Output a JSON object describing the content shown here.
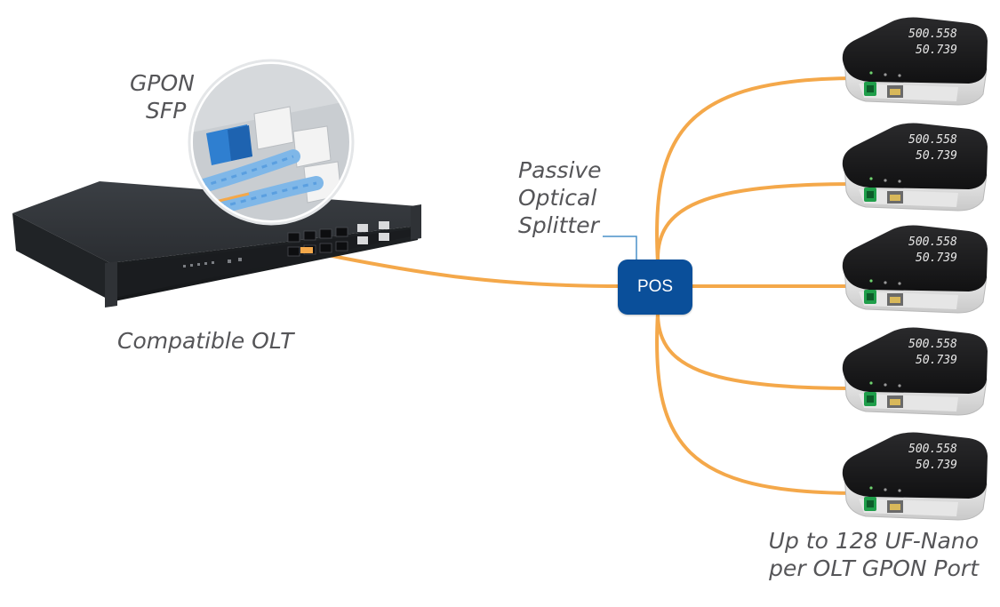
{
  "labels": {
    "gpon_sfp": [
      "GPON",
      "SFP"
    ],
    "splitter": [
      "Passive",
      "Optical",
      "Splitter"
    ],
    "olt": "Compatible OLT",
    "pos": "POS",
    "capacity": [
      "Up to 128 UF-Nano",
      "per OLT GPON Port"
    ]
  },
  "onu_display": {
    "line1": "500.558",
    "line2": "50.739"
  },
  "colors": {
    "fiber": "#f4a84a",
    "pos_box": "#0a4f9a",
    "label_text": "#555558",
    "leader": "#4a90c8",
    "olt_body": "#2b2e32",
    "onu_top": "#1c1c1e",
    "onu_base": "#dcdcdc"
  },
  "icons": [
    "olt-rack-unit",
    "sfp-magnifier",
    "onu-device"
  ],
  "onu_count_shown": 5
}
